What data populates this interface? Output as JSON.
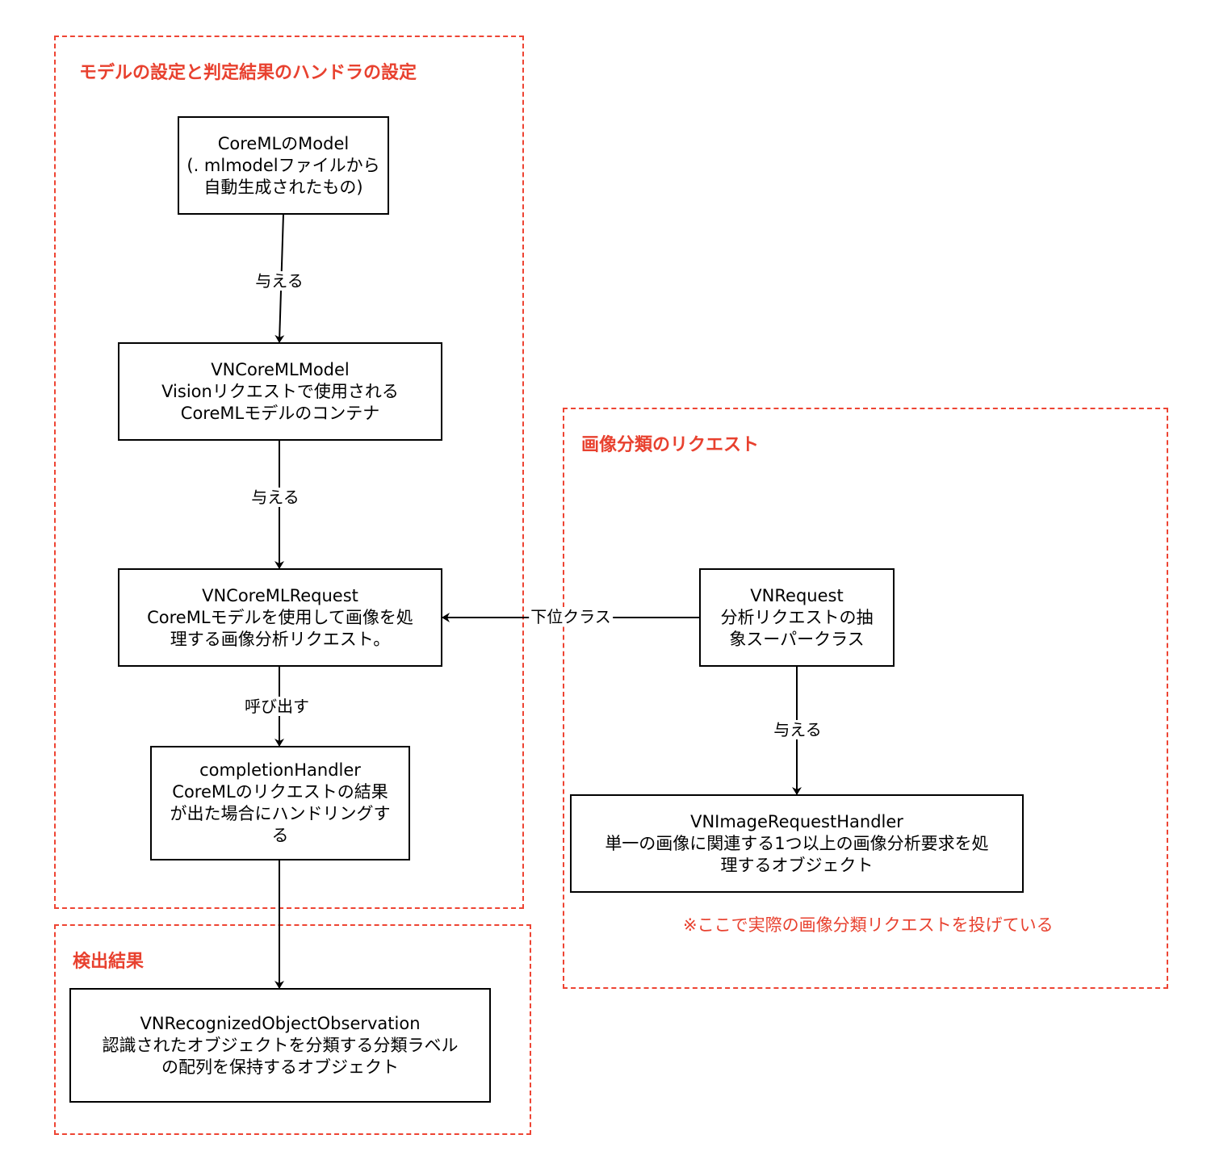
{
  "groups": {
    "model_setup": {
      "title": "モデルの設定と判定結果のハンドラの設定"
    },
    "classification_request": {
      "title": "画像分類のリクエスト"
    },
    "detection_result": {
      "title": "検出結果"
    }
  },
  "nodes": {
    "coreml_model": {
      "lines": [
        "CoreMLのModel",
        "(. mlmodelファイルから",
        "自動生成されたもの)"
      ]
    },
    "vn_coreml_model": {
      "lines": [
        "VNCoreMLModel",
        "Visionリクエストで使用される",
        "CoreMLモデルのコンテナ"
      ]
    },
    "vn_coreml_request": {
      "lines": [
        "VNCoreMLRequest",
        "CoreMLモデルを使用して画像を処",
        "理する画像分析リクエスト。"
      ]
    },
    "completion_handler": {
      "lines": [
        "completionHandler",
        "CoreMLのリクエストの結果",
        "が出た場合にハンドリングす",
        "る"
      ]
    },
    "vn_request": {
      "lines": [
        "VNRequest",
        "分析リクエストの抽",
        "象スーパークラス"
      ]
    },
    "vn_image_request_handler": {
      "lines": [
        "VNImageRequestHandler",
        "単一の画像に関連する1つ以上の画像分析要求を処",
        "理するオブジェクト"
      ]
    },
    "vn_recognized_object_observation": {
      "lines": [
        "VNRecognizedObjectObservation",
        "認識されたオブジェクトを分類する分類ラベル",
        "の配列を保持するオブジェクト"
      ]
    }
  },
  "edges": {
    "model_to_vnmodel": {
      "label": "与える"
    },
    "vnmodel_to_request": {
      "label": "与える"
    },
    "request_to_handler": {
      "label": "呼び出す"
    },
    "vnrequest_to_request": {
      "label": "下位クラス"
    },
    "vnrequest_to_image_handler": {
      "label": "与える"
    }
  },
  "note": "※ここで実際の画像分類リクエストを投げている",
  "colors": {
    "group_border": "#ee4433",
    "group_title": "#e8412f",
    "node_border": "#000000"
  }
}
